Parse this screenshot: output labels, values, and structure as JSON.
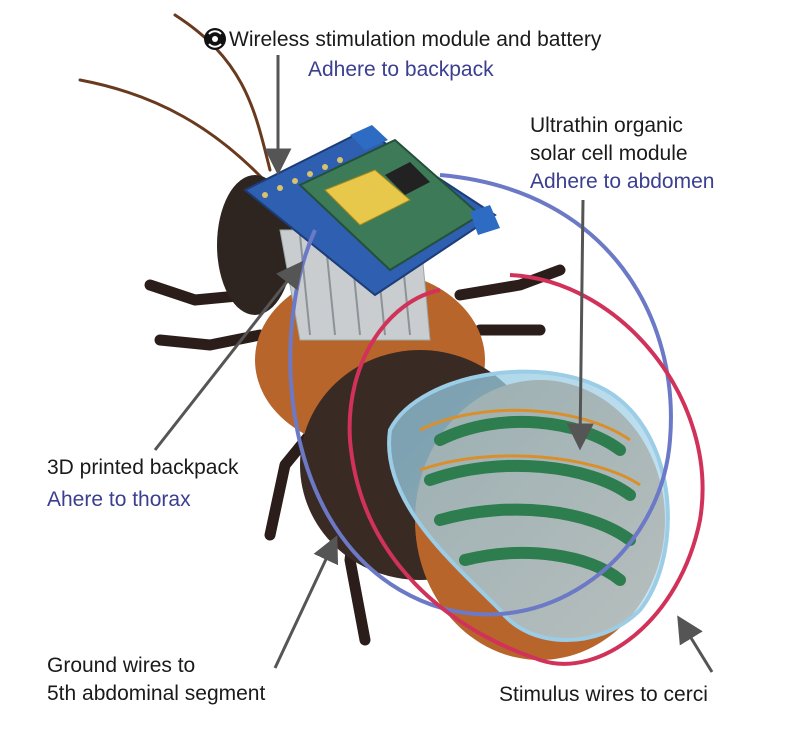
{
  "labels": {
    "wireless": "Wireless stimulation module and battery",
    "wireless_sub": "Adhere to backpack",
    "solar_1": "Ultrathin organic",
    "solar_2": "solar cell module",
    "solar_sub": "Adhere to abdomen",
    "backpack": "3D printed backpack",
    "backpack_sub": "Ahere to thorax",
    "ground_1": "Ground wires to",
    "ground_2": "5th abdominal segment",
    "stimulus": "Stimulus wires to cerci"
  },
  "colors": {
    "text": "#1a1a1a",
    "sub_text": "#3b3f8f",
    "ground_wire": "#6b79c6",
    "stimulus_wire": "#d0325a",
    "pcb_blue": "#2f5fb0",
    "pcb_green": "#3c7a58",
    "solar_film": "#a9d6ee",
    "body_orange": "#b8652b",
    "body_dark": "#3a2a24"
  },
  "icons": [
    "wireless-icon"
  ]
}
